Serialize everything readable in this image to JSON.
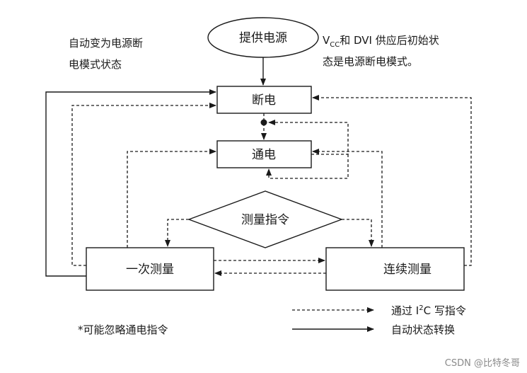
{
  "nodes": {
    "power_supply": "提供电源",
    "power_off": "断电",
    "power_on": "通电",
    "measure_cmd": "测量指令",
    "single_measure": "一次测量",
    "continuous_measure": "连续测量"
  },
  "notes": {
    "auto_line1": "自动变为电源断",
    "auto_line2": "电模式状态",
    "vcc_line1_v": "V",
    "vcc_line1_sub": "CC",
    "vcc_line1_rest": "和 DVI 供应后初始状",
    "vcc_line2": "态是电源断电模式。",
    "footnote": "*可能忽略通电指令"
  },
  "legend": {
    "dashed_prefix": "通过 I",
    "dashed_sup": "2",
    "dashed_suffix": "C 写指令",
    "solid_label": "自动状态转换"
  },
  "watermark": "CSDN @比特冬哥"
}
